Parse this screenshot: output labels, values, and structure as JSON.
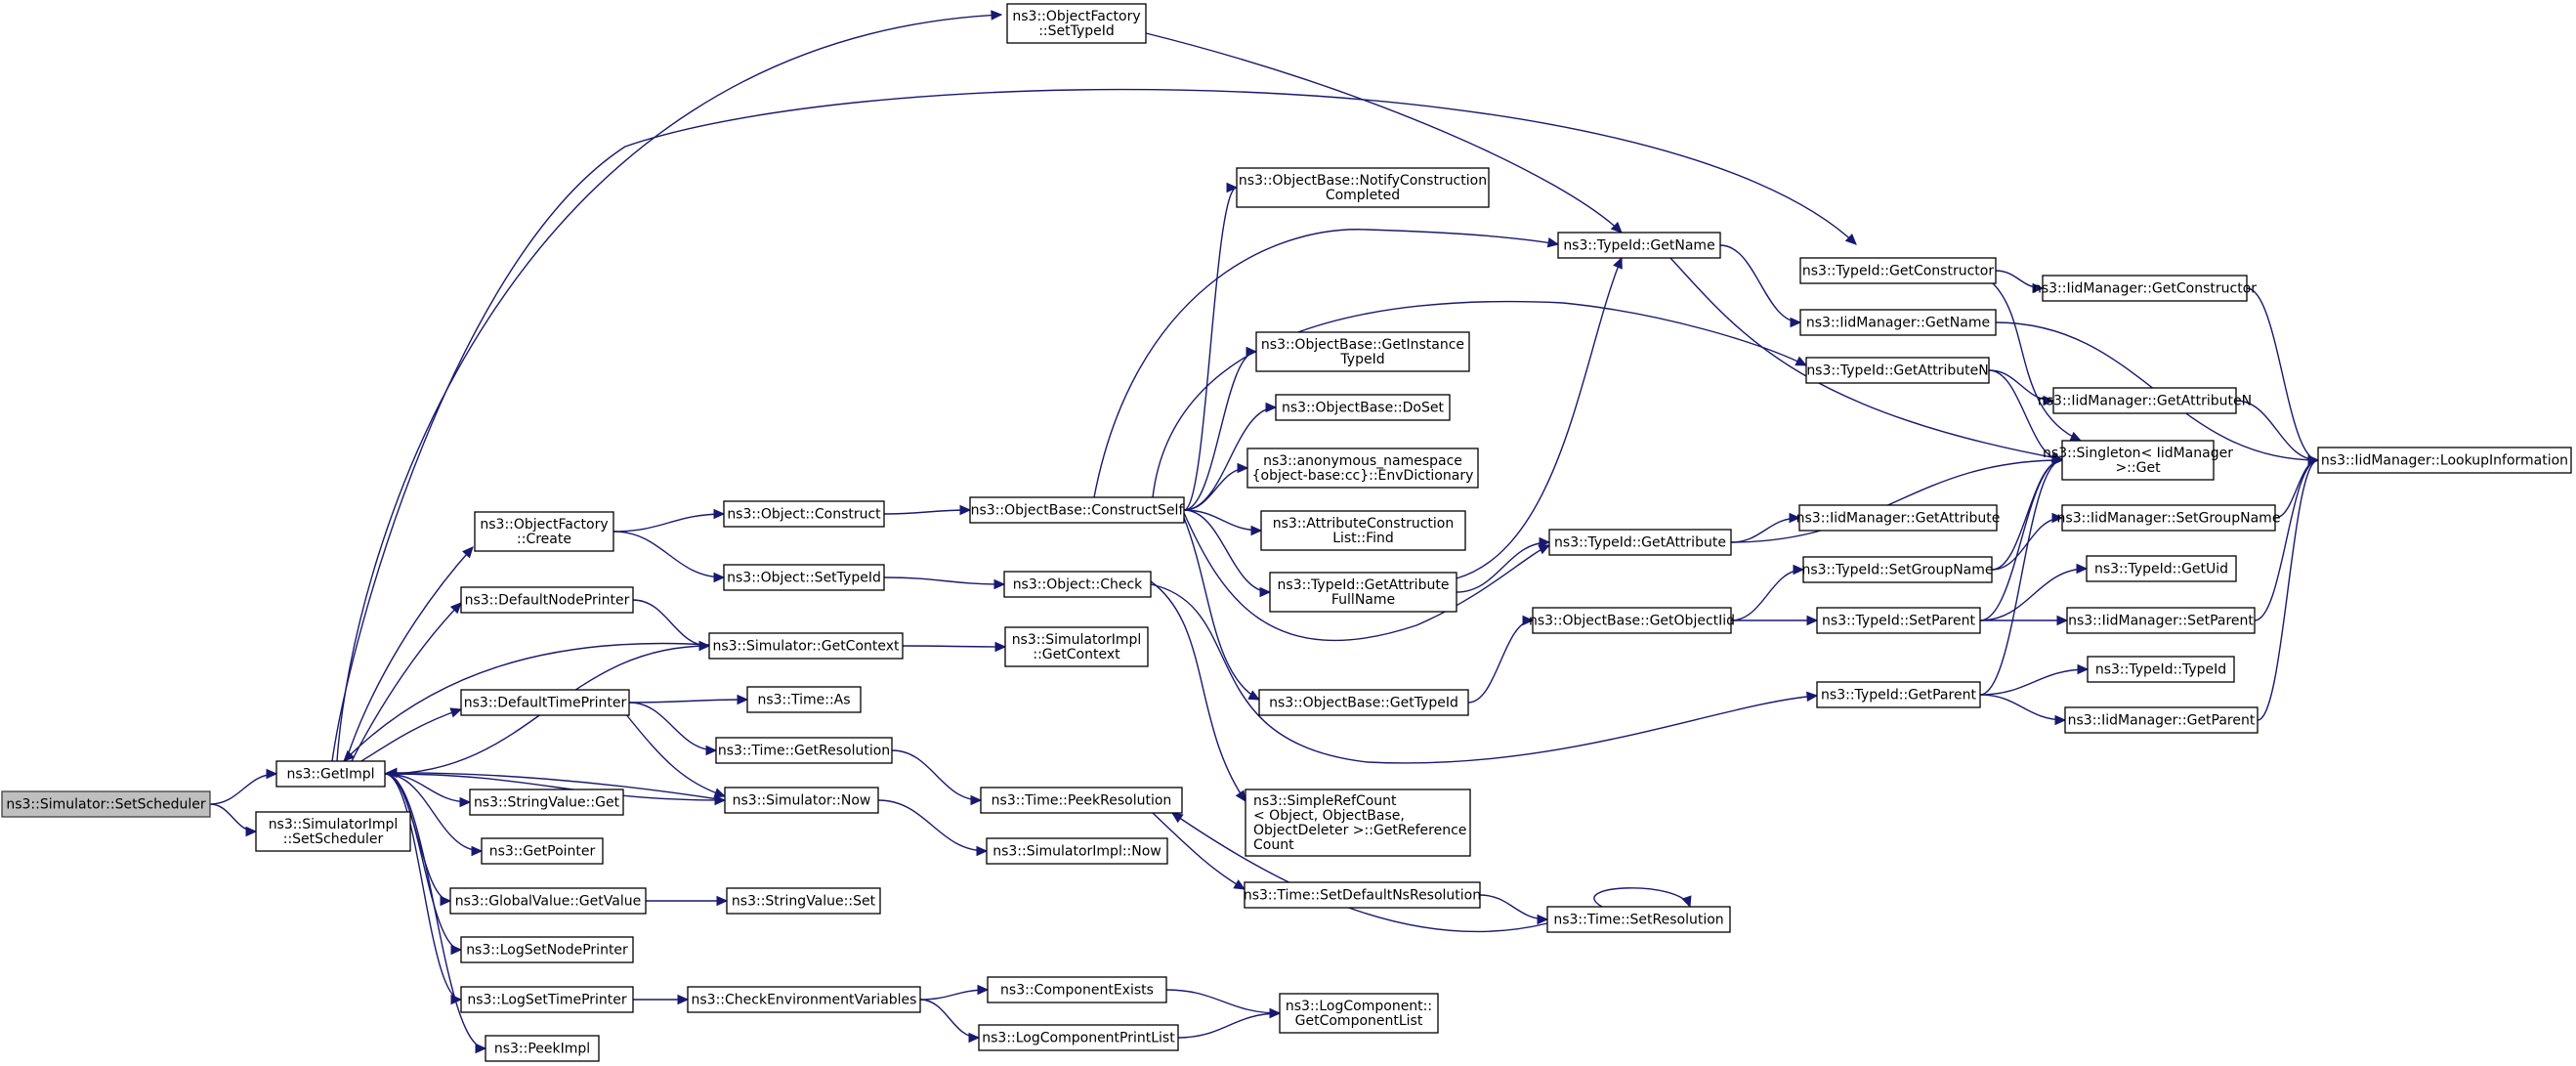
{
  "diagram": {
    "title": "",
    "nodes": [
      {
        "id": "n0",
        "lines": [
          "ns3::Simulator::SetScheduler"
        ],
        "root": true
      },
      {
        "id": "n1",
        "lines": [
          "ns3::GetImpl"
        ]
      },
      {
        "id": "n2",
        "lines": [
          "ns3::SimulatorImpl",
          "::SetScheduler"
        ]
      },
      {
        "id": "n3",
        "lines": [
          "ns3::ObjectFactory",
          "::SetTypeId"
        ]
      },
      {
        "id": "n4",
        "lines": [
          "ns3::ObjectFactory",
          "::Create"
        ]
      },
      {
        "id": "n5",
        "lines": [
          "ns3::DefaultNodePrinter"
        ]
      },
      {
        "id": "n6",
        "lines": [
          "ns3::Simulator::GetContext"
        ]
      },
      {
        "id": "n7",
        "lines": [
          "ns3::DefaultTimePrinter"
        ]
      },
      {
        "id": "n8",
        "lines": [
          "ns3::Simulator::Now"
        ]
      },
      {
        "id": "n9",
        "lines": [
          "ns3::StringValue::Get"
        ]
      },
      {
        "id": "n10",
        "lines": [
          "ns3::GetPointer"
        ]
      },
      {
        "id": "n11",
        "lines": [
          "ns3::GlobalValue::GetValue"
        ]
      },
      {
        "id": "n12",
        "lines": [
          "ns3::LogSetNodePrinter"
        ]
      },
      {
        "id": "n13",
        "lines": [
          "ns3::LogSetTimePrinter"
        ]
      },
      {
        "id": "n14",
        "lines": [
          "ns3::PeekImpl"
        ]
      },
      {
        "id": "n15",
        "lines": [
          "ns3::Object::Construct"
        ]
      },
      {
        "id": "n16",
        "lines": [
          "ns3::Object::SetTypeId"
        ]
      },
      {
        "id": "n17",
        "lines": [
          "ns3::Time::As"
        ]
      },
      {
        "id": "n18",
        "lines": [
          "ns3::Time::GetResolution"
        ]
      },
      {
        "id": "n19",
        "lines": [
          "ns3::StringValue::Set"
        ]
      },
      {
        "id": "n20",
        "lines": [
          "ns3::CheckEnvironmentVariables"
        ]
      },
      {
        "id": "n21",
        "lines": [
          "ns3::ObjectBase::ConstructSelf"
        ]
      },
      {
        "id": "n22",
        "lines": [
          "ns3::Object::Check"
        ]
      },
      {
        "id": "n23",
        "lines": [
          "ns3::SimulatorImpl",
          "::GetContext"
        ]
      },
      {
        "id": "n24",
        "lines": [
          "ns3::Time::PeekResolution"
        ]
      },
      {
        "id": "n25",
        "lines": [
          "ns3::SimulatorImpl::Now"
        ]
      },
      {
        "id": "n26",
        "lines": [
          "ns3::ComponentExists"
        ]
      },
      {
        "id": "n27",
        "lines": [
          "ns3::LogComponentPrintList"
        ]
      },
      {
        "id": "n28",
        "lines": [
          "ns3::ObjectBase::NotifyConstruction",
          "Completed"
        ]
      },
      {
        "id": "n29",
        "lines": [
          "ns3::ObjectBase::GetInstance",
          "TypeId"
        ]
      },
      {
        "id": "n30",
        "lines": [
          "ns3::ObjectBase::DoSet"
        ]
      },
      {
        "id": "n31",
        "lines": [
          "ns3::anonymous_namespace",
          "{object-base:cc}::EnvDictionary"
        ]
      },
      {
        "id": "n32",
        "lines": [
          "ns3::AttributeConstruction",
          "List::Find"
        ]
      },
      {
        "id": "n33",
        "lines": [
          "ns3::TypeId::GetAttribute",
          "FullName"
        ]
      },
      {
        "id": "n34",
        "lines": [
          "ns3::ObjectBase::GetTypeId"
        ]
      },
      {
        "id": "n35",
        "lines": [
          "ns3::SimpleRefCount",
          "< Object, ObjectBase,",
          "ObjectDeleter >::GetReference",
          "Count"
        ]
      },
      {
        "id": "n36",
        "lines": [
          "ns3::Time::SetDefaultNsResolution"
        ]
      },
      {
        "id": "n37",
        "lines": [
          "ns3::LogComponent::",
          "GetComponentList"
        ]
      },
      {
        "id": "n38",
        "lines": [
          "ns3::TypeId::GetName"
        ]
      },
      {
        "id": "n39",
        "lines": [
          "ns3::TypeId::GetAttribute"
        ]
      },
      {
        "id": "n40",
        "lines": [
          "ns3::ObjectBase::GetObjectIid"
        ]
      },
      {
        "id": "n41",
        "lines": [
          "ns3::Time::SetResolution"
        ]
      },
      {
        "id": "n42",
        "lines": [
          "ns3::TypeId::GetConstructor"
        ]
      },
      {
        "id": "n43",
        "lines": [
          "ns3::IidManager::GetName"
        ]
      },
      {
        "id": "n44",
        "lines": [
          "ns3::TypeId::GetAttributeN"
        ]
      },
      {
        "id": "n45",
        "lines": [
          "ns3::IidManager::GetAttribute"
        ]
      },
      {
        "id": "n46",
        "lines": [
          "ns3::TypeId::SetGroupName"
        ]
      },
      {
        "id": "n47",
        "lines": [
          "ns3::TypeId::SetParent"
        ]
      },
      {
        "id": "n48",
        "lines": [
          "ns3::TypeId::GetParent"
        ]
      },
      {
        "id": "n49",
        "lines": [
          "ns3::IidManager::GetConstructor"
        ]
      },
      {
        "id": "n50",
        "lines": [
          "ns3::IidManager::GetAttributeN"
        ]
      },
      {
        "id": "n51",
        "lines": [
          "ns3::Singleton< IidManager",
          " >::Get"
        ]
      },
      {
        "id": "n52",
        "lines": [
          "ns3::IidManager::SetGroupName"
        ]
      },
      {
        "id": "n53",
        "lines": [
          "ns3::TypeId::GetUid"
        ]
      },
      {
        "id": "n54",
        "lines": [
          "ns3::IidManager::SetParent"
        ]
      },
      {
        "id": "n55",
        "lines": [
          "ns3::TypeId::TypeId"
        ]
      },
      {
        "id": "n56",
        "lines": [
          "ns3::IidManager::GetParent"
        ]
      },
      {
        "id": "n57",
        "lines": [
          "ns3::IidManager::LookupInformation"
        ]
      }
    ],
    "edges": [
      [
        "n0",
        "n1"
      ],
      [
        "n0",
        "n2"
      ],
      [
        "n1",
        "n3"
      ],
      [
        "n1",
        "n4"
      ],
      [
        "n1",
        "n5"
      ],
      [
        "n1",
        "n6"
      ],
      [
        "n1",
        "n7"
      ],
      [
        "n1",
        "n8"
      ],
      [
        "n1",
        "n9"
      ],
      [
        "n1",
        "n10"
      ],
      [
        "n1",
        "n11"
      ],
      [
        "n1",
        "n12"
      ],
      [
        "n1",
        "n13"
      ],
      [
        "n1",
        "n14"
      ],
      [
        "n1",
        "n42"
      ],
      [
        "n4",
        "n15"
      ],
      [
        "n4",
        "n16"
      ],
      [
        "n5",
        "n6"
      ],
      [
        "n6",
        "n1"
      ],
      [
        "n6",
        "n23"
      ],
      [
        "n7",
        "n17"
      ],
      [
        "n7",
        "n18"
      ],
      [
        "n7",
        "n8"
      ],
      [
        "n8",
        "n1"
      ],
      [
        "n8",
        "n25"
      ],
      [
        "n11",
        "n19"
      ],
      [
        "n13",
        "n20"
      ],
      [
        "n15",
        "n21"
      ],
      [
        "n16",
        "n22"
      ],
      [
        "n18",
        "n24"
      ],
      [
        "n20",
        "n26"
      ],
      [
        "n20",
        "n27"
      ],
      [
        "n21",
        "n28"
      ],
      [
        "n21",
        "n29"
      ],
      [
        "n21",
        "n30"
      ],
      [
        "n21",
        "n31"
      ],
      [
        "n21",
        "n32"
      ],
      [
        "n21",
        "n33"
      ],
      [
        "n21",
        "n34"
      ],
      [
        "n21",
        "n38"
      ],
      [
        "n21",
        "n39"
      ],
      [
        "n21",
        "n44"
      ],
      [
        "n22",
        "n35"
      ],
      [
        "n22",
        "n48"
      ],
      [
        "n24",
        "n36"
      ],
      [
        "n36",
        "n41"
      ],
      [
        "n41",
        "n41"
      ],
      [
        "n41",
        "n24"
      ],
      [
        "n26",
        "n37"
      ],
      [
        "n27",
        "n37"
      ],
      [
        "n3",
        "n38"
      ],
      [
        "n33",
        "n38"
      ],
      [
        "n33",
        "n39"
      ],
      [
        "n34",
        "n40"
      ],
      [
        "n38",
        "n43"
      ],
      [
        "n38",
        "n51"
      ],
      [
        "n39",
        "n45"
      ],
      [
        "n39",
        "n51"
      ],
      [
        "n40",
        "n46"
      ],
      [
        "n40",
        "n47"
      ],
      [
        "n42",
        "n49"
      ],
      [
        "n42",
        "n51"
      ],
      [
        "n43",
        "n57"
      ],
      [
        "n44",
        "n50"
      ],
      [
        "n44",
        "n51"
      ],
      [
        "n46",
        "n52"
      ],
      [
        "n46",
        "n51"
      ],
      [
        "n47",
        "n53"
      ],
      [
        "n47",
        "n54"
      ],
      [
        "n47",
        "n51"
      ],
      [
        "n48",
        "n55"
      ],
      [
        "n48",
        "n56"
      ],
      [
        "n48",
        "n51"
      ],
      [
        "n49",
        "n57"
      ],
      [
        "n50",
        "n57"
      ],
      [
        "n52",
        "n57"
      ],
      [
        "n54",
        "n57"
      ],
      [
        "n56",
        "n57"
      ]
    ]
  }
}
